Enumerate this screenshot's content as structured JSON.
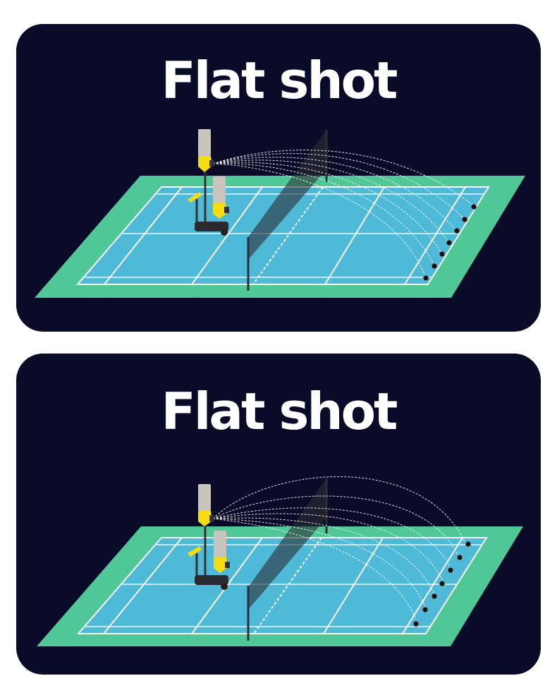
{
  "cards": [
    {
      "title": "Flat shot",
      "trajectory_style": "low flat arcs",
      "shuttle_count": 7
    },
    {
      "title": "Flat shot",
      "trajectory_style": "high arcs",
      "shuttle_count": 7
    }
  ],
  "colors": {
    "card_bg": "#0a0a29",
    "surround": "#4fc796",
    "court": "#4fb9d8",
    "court_line": "#ffffff",
    "machine_yellow": "#f5dd12",
    "tube": "#c9c4bc",
    "net": "#2b2f36"
  }
}
